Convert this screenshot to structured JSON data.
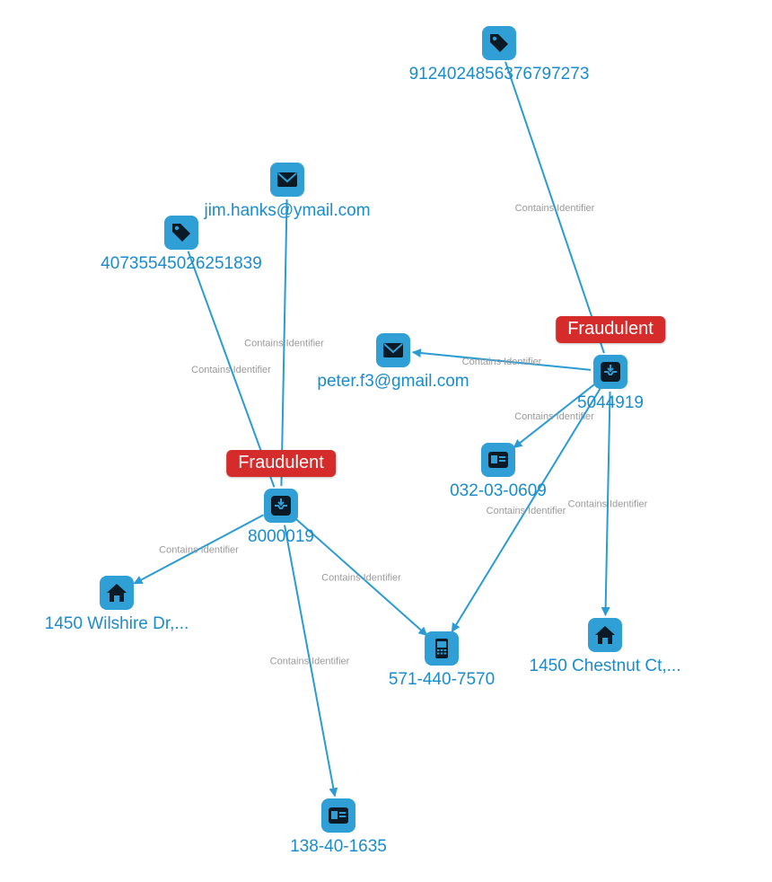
{
  "graph": {
    "edge_label": "Contains Identifier",
    "flag_text": "Fraudulent",
    "colors": {
      "edge": "#2a9bd3",
      "node_bg": "#2f9fd6",
      "label": "#1a8ccc",
      "flag": "#d62b2b",
      "edge_label": "#9a9a9a"
    },
    "nodes": [
      {
        "id": "n_9124",
        "label": "9124024856376797273",
        "icon": "tag-icon"
      },
      {
        "id": "n_jim",
        "label": "jim.hanks@ymail.com",
        "icon": "envelope-icon"
      },
      {
        "id": "n_4073",
        "label": "4073554502625183​9",
        "icon": "tag-icon"
      },
      {
        "id": "n_peter",
        "label": "peter.f3@gmail.com",
        "icon": "envelope-icon"
      },
      {
        "id": "n_5044919",
        "label": "5044919",
        "icon": "inbox-icon",
        "flag": true
      },
      {
        "id": "n_8000019",
        "label": "8000019",
        "icon": "inbox-icon",
        "flag": true
      },
      {
        "id": "n_032",
        "label": "032-03-0609",
        "icon": "id-card-icon"
      },
      {
        "id": "n_wilshire",
        "label": "1450 Wilshire Dr,...",
        "icon": "house-icon"
      },
      {
        "id": "n_phone",
        "label": "571-440-7570",
        "icon": "phone-icon"
      },
      {
        "id": "n_chestnut",
        "label": "1450 Chestnut Ct,...",
        "icon": "house-icon"
      },
      {
        "id": "n_138",
        "label": "138-40-1635",
        "icon": "id-card-icon"
      }
    ],
    "edges": [
      {
        "from": "n_5044919",
        "to": "n_9124",
        "label": "Contains Identifier"
      },
      {
        "from": "n_5044919",
        "to": "n_peter",
        "label": "Contains Identifier"
      },
      {
        "from": "n_5044919",
        "to": "n_032",
        "label": "Contains Identifier"
      },
      {
        "from": "n_5044919",
        "to": "n_phone",
        "label": "Contains Identifier"
      },
      {
        "from": "n_5044919",
        "to": "n_chestnut",
        "label": "Contains Identifier"
      },
      {
        "from": "n_8000019",
        "to": "n_jim",
        "label": "Contains Identifier"
      },
      {
        "from": "n_8000019",
        "to": "n_4073",
        "label": "Contains Identifier"
      },
      {
        "from": "n_8000019",
        "to": "n_wilshire",
        "label": "Contains Identifier"
      },
      {
        "from": "n_8000019",
        "to": "n_phone",
        "label": "Contains Identifier"
      },
      {
        "from": "n_8000019",
        "to": "n_138",
        "label": "Contains Identifier"
      }
    ]
  }
}
